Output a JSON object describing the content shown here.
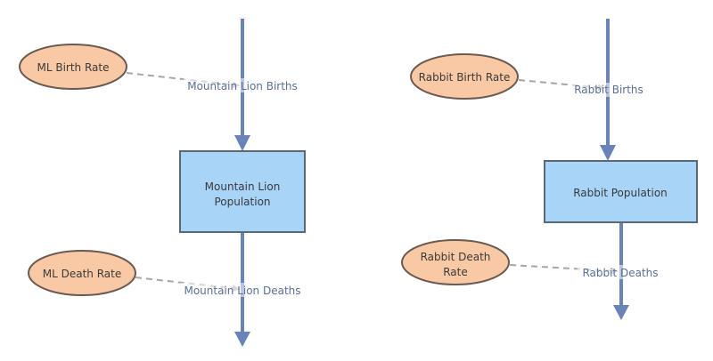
{
  "colors": {
    "flow": "#6a84b8",
    "stock_fill": "#a8d4f7",
    "stock_stroke": "#5a6878",
    "variable_fill": "#f9c9a5",
    "variable_stroke": "#6b5a50",
    "link": "#a6a6a6",
    "flow_label": "#5a6f96",
    "node_text": "#3a3a3a"
  },
  "stocks": [
    {
      "id": "ml_population",
      "lines": [
        "Mountain Lion",
        "Population"
      ]
    },
    {
      "id": "rabbit_population",
      "lines": [
        "Rabbit Population"
      ]
    }
  ],
  "flows": [
    {
      "id": "ml_births",
      "label": "Mountain Lion Births"
    },
    {
      "id": "ml_deaths",
      "label": "Mountain Lion Deaths"
    },
    {
      "id": "rabbit_births",
      "label": "Rabbit Births"
    },
    {
      "id": "rabbit_deaths",
      "label": "Rabbit Deaths"
    }
  ],
  "variables": [
    {
      "id": "ml_birth_rate",
      "lines": [
        "ML Birth Rate"
      ]
    },
    {
      "id": "ml_death_rate",
      "lines": [
        "ML Death Rate"
      ]
    },
    {
      "id": "rabbit_birth_rate",
      "lines": [
        "Rabbit Birth Rate"
      ]
    },
    {
      "id": "rabbit_death_rate",
      "lines": [
        "Rabbit Death",
        "Rate"
      ]
    }
  ]
}
